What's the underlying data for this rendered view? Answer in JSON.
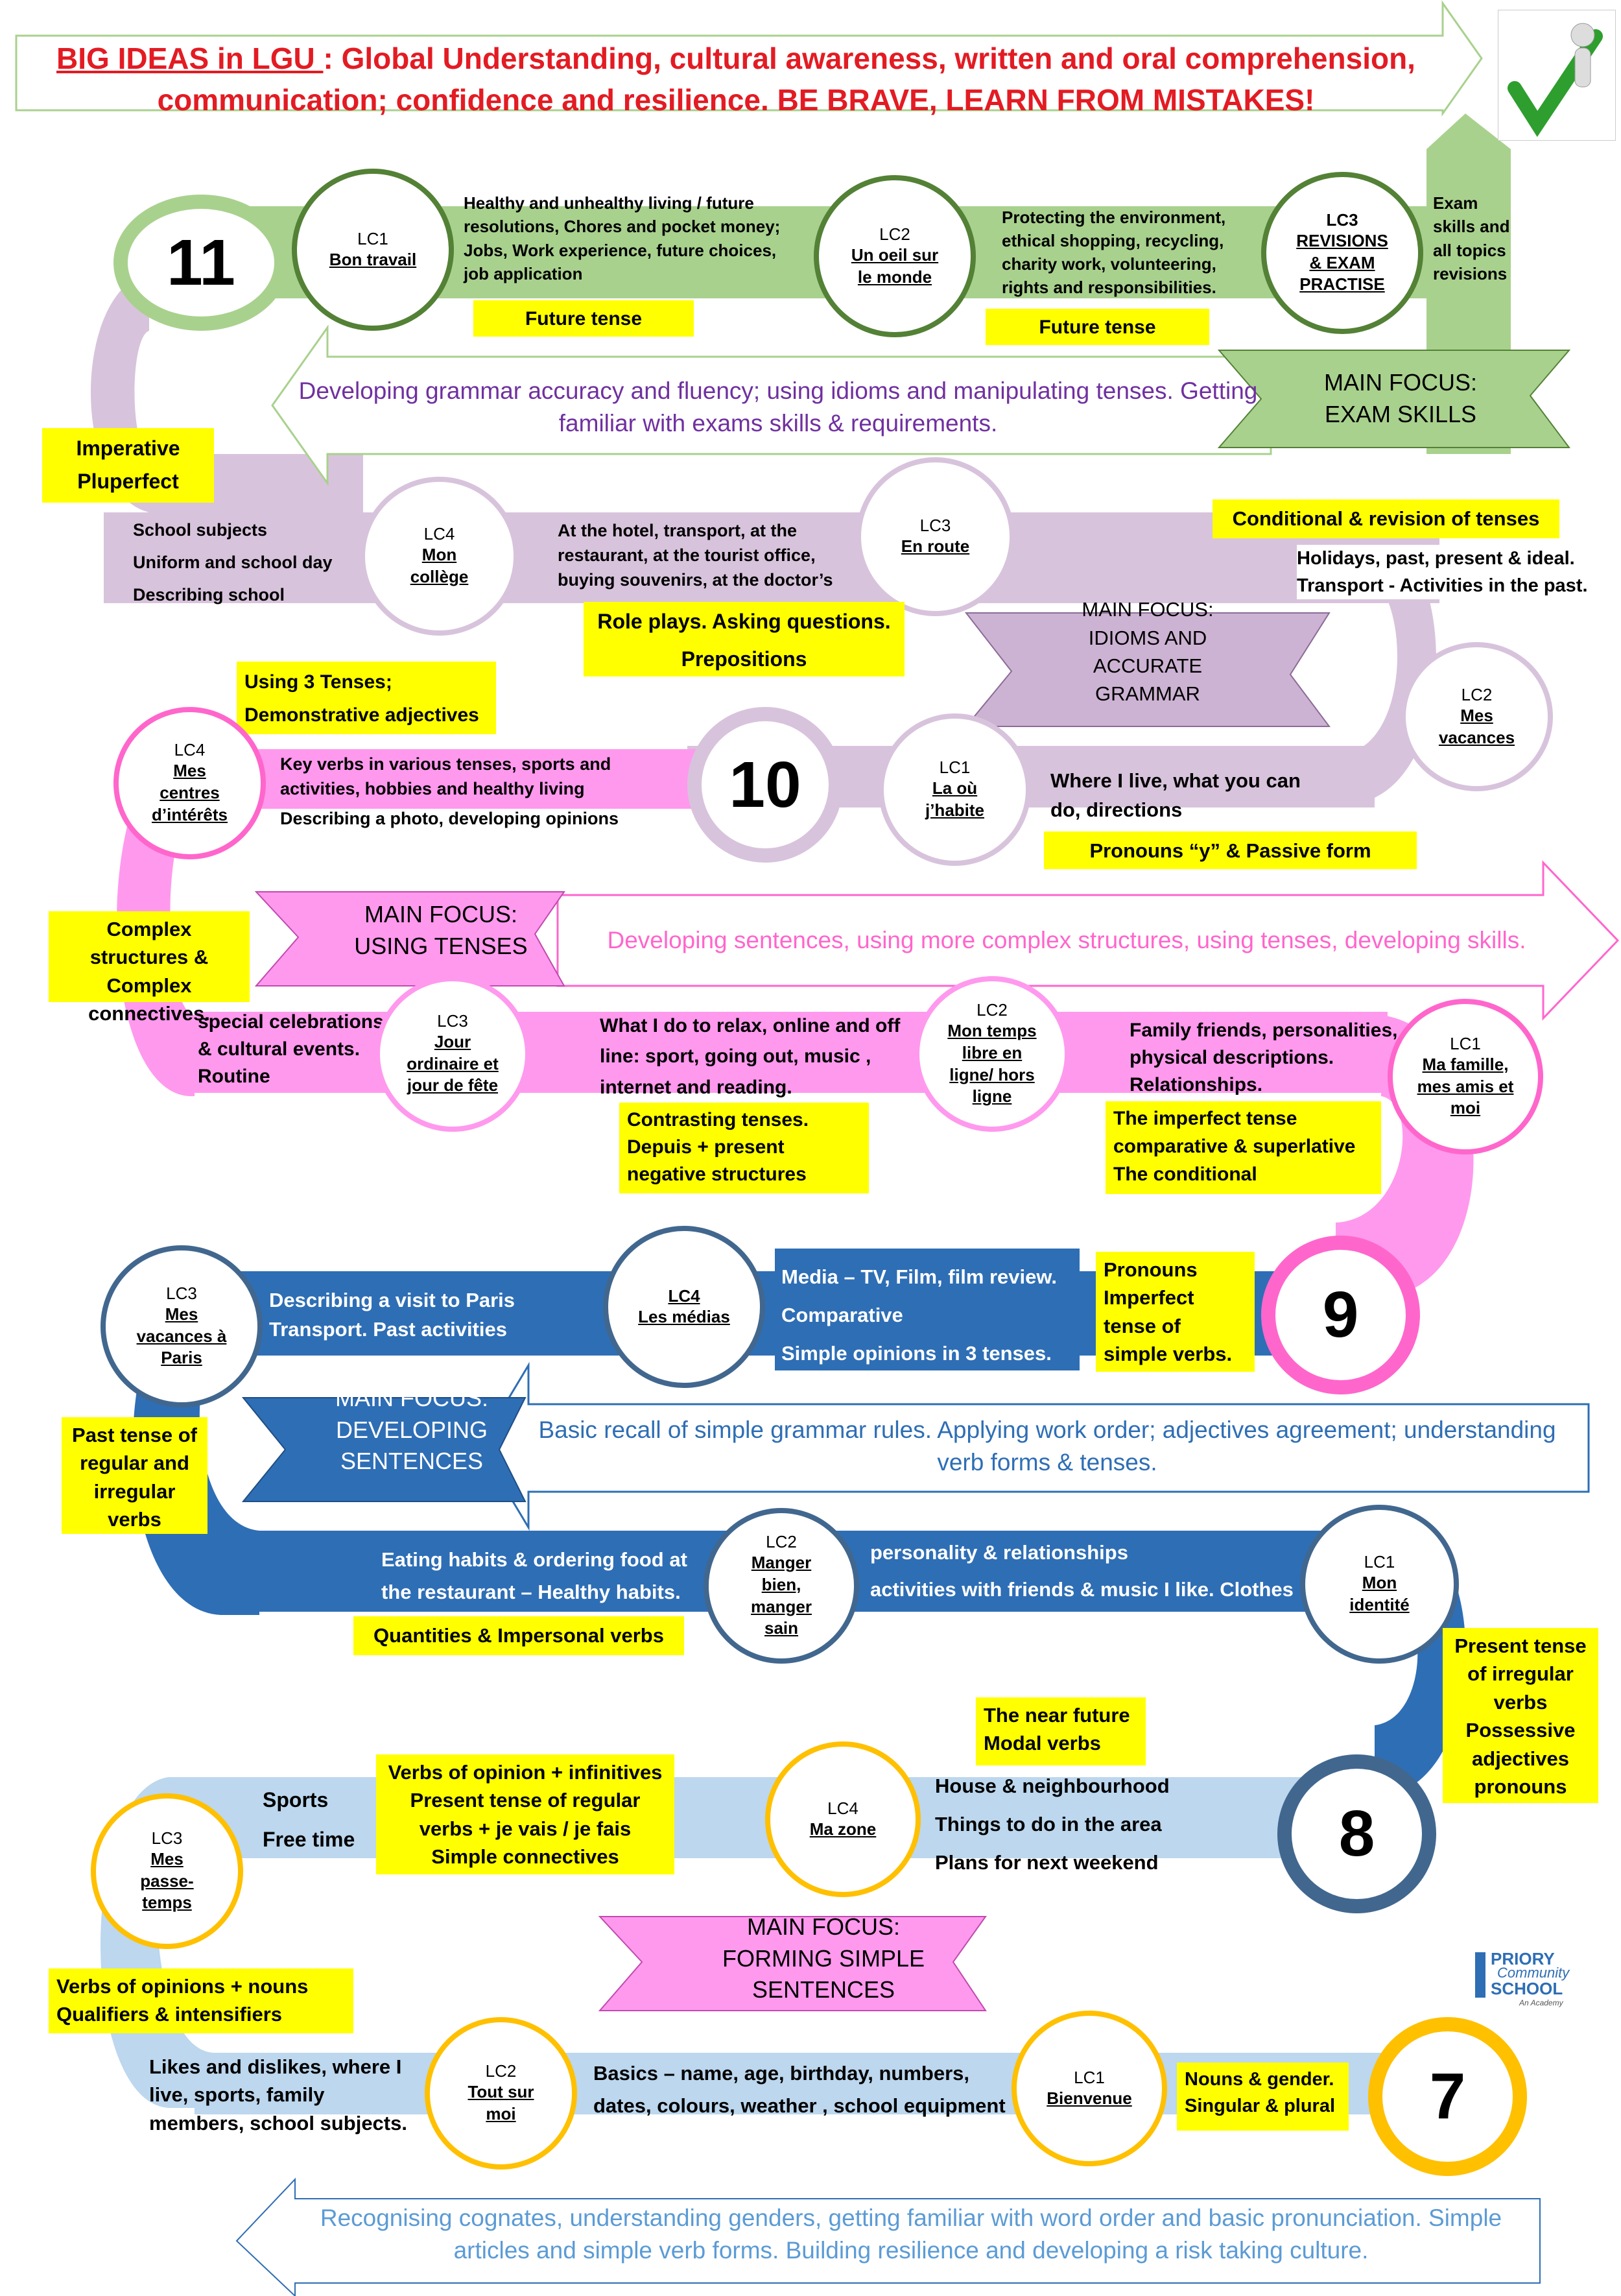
{
  "header": {
    "title_lead": "BIG IDEAS in LGU ",
    "title_line1": ": Global Understanding, cultural awareness, written and oral comprehension,",
    "title_line2_a": "communication;  confidence and resilience",
    "title_line2_dot": ".",
    "title_line2_b": "  BE BRAVE, LEARN FROM MISTAKES!"
  },
  "colors": {
    "year11": "#a9d18e",
    "year11_dark": "#538135",
    "year10": "#d8c3dc",
    "year10_circle": "#cdb3d3",
    "year9": "#ff99ee",
    "year9_dark": "#ff66cc",
    "year8": "#2e6eb5",
    "year8_light": "#b8d2ec",
    "year7": "#bcd7ee",
    "year7_ring": "#ffc000",
    "year8_ring": "#41678f",
    "highlight": "#ffff00",
    "title_red": "#e31b23"
  },
  "year11": {
    "number": "11",
    "lc1": {
      "code": "LC1",
      "name": "Bon travail"
    },
    "lc1_topics": "Healthy and unhealthy living / future resolutions, Chores and pocket money; Jobs, Work experience, future choices, job application",
    "lc1_grammar": "Future tense",
    "lc2": {
      "code": "LC2",
      "name": "Un oeil sur le monde"
    },
    "lc2_topics": "Protecting the environment, ethical shopping, recycling, charity work, volunteering, rights and responsibilities.",
    "lc2_grammar": "Future tense",
    "lc3": {
      "code": "LC3",
      "name": "REVISIONS & EXAM PRACTISE"
    },
    "lc3_topics": "Exam skills and all topics revisions",
    "focus": "MAIN FOCUS: EXAM SKILLS",
    "arrow_text": "Developing grammar accuracy and fluency; using idioms and manipulating tenses. Getting familiar with exams skills & requirements.",
    "grammar_left": [
      "Imperative",
      "Pluperfect"
    ]
  },
  "year10": {
    "number": "10",
    "lc4": {
      "code": "LC4",
      "name": "Mon collège"
    },
    "lc4_topics": [
      "School subjects",
      "Uniform and school day",
      "Describing school"
    ],
    "lc3": {
      "code": "LC3",
      "name": "En route"
    },
    "lc3_topics": "At the hotel, transport, at the restaurant, at the tourist office, buying souvenirs, at the doctor’s",
    "lc3_grammar": [
      "Role plays. Asking questions.",
      "Prepositions"
    ],
    "right_grammar": "Conditional & revision of tenses",
    "right_topics": "Holidays, past, present & ideal. Transport - Activities in the past.",
    "focus": "MAIN FOCUS: IDIOMS AND ACCURATE GRAMMAR",
    "lc2": {
      "code": "LC2",
      "name": "Mes vacances"
    },
    "lc1": {
      "code": "LC1",
      "name": "La où j’habite"
    },
    "lc1_topics": "Where I live, what you can do, directions",
    "lc1_grammar": "Pronouns “y” & Passive form",
    "left_grammar": [
      "Using 3 Tenses;",
      "Demonstrative adjectives"
    ],
    "lc4b": {
      "code": "LC4",
      "name": "Mes centres d’intérêts"
    },
    "lc4b_topics": [
      "Key verbs in various tenses, sports and activities, hobbies and healthy living",
      "Describing a photo, developing opinions"
    ]
  },
  "year9": {
    "number": "9",
    "focus": "MAIN FOCUS: USING TENSES",
    "arrow_text": "Developing sentences, using more complex structures, using tenses, developing skills.",
    "left_grammar": "Complex structures & Complex connectives.",
    "lc3": {
      "code": "LC3",
      "name": "Jour ordinaire et jour de fête"
    },
    "lc3_topics": "special celebrations & cultural events. Routine",
    "lc2": {
      "code": "LC2",
      "name": "Mon temps libre en ligne/ hors ligne"
    },
    "lc2_topics": "What I do to relax, online and off line: sport, going out, music , internet and reading.",
    "lc2_grammar": [
      "Contrasting tenses.",
      "Depuis + present",
      " negative structures"
    ],
    "lc1": {
      "code": "LC1",
      "name": "Ma famille, mes amis et moi"
    },
    "lc1_topics": "Family friends, personalities, physical descriptions. Relationships.",
    "lc1_grammar": [
      "The imperfect tense",
      "comparative & superlative",
      "The conditional"
    ]
  },
  "year8": {
    "number": "8",
    "lc3": {
      "code": "LC3",
      "name": "Mes vacances à Paris"
    },
    "lc3_topics": "Describing a visit to Paris Transport. Past activities",
    "lc4": {
      "code": "LC4",
      "name": "Les médias"
    },
    "lc4_topics": [
      "Media – TV, Film, film review.",
      "Comparative",
      "Simple opinions in 3 tenses."
    ],
    "lc4_grammar": "Pronouns Imperfect tense of simple verbs.",
    "focus": "MAIN FOCUS: DEVELOPING SENTENCES",
    "arrow_text": "Basic recall of simple grammar rules. Applying work order; adjectives agreement; understanding verb forms & tenses.",
    "left_grammar": "Past tense of regular and irregular verbs",
    "lc2": {
      "code": "LC2",
      "name": "Manger bien, manger sain"
    },
    "lc2_topics": "Eating habits  & ordering food at the restaurant – Healthy habits.",
    "lc2_grammar": "Quantities  & Impersonal verbs",
    "lc1": {
      "code": "LC1",
      "name": "Mon identité"
    },
    "lc1_topics": [
      "personality & relationships",
      "activities with friends & music I like. Clothes"
    ],
    "right_grammar": "Present tense of irregular verbs Possessive adjectives pronouns"
  },
  "year7": {
    "number": "7",
    "lc4": {
      "code": "LC4",
      "name": "Ma zone"
    },
    "lc4_topics": [
      "House & neighbourhood",
      "Things to do in the area",
      "Plans for next weekend"
    ],
    "lc4_grammar": [
      "The near future",
      "Modal verbs"
    ],
    "lc3": {
      "code": "LC3",
      "name": "Mes passe-temps"
    },
    "lc3_topics": [
      "Sports",
      "Free time"
    ],
    "lc3_grammar": "Verbs of opinion + infinitives Present tense of regular verbs + je vais / je fais Simple connectives",
    "focus": "MAIN FOCUS: FORMING SIMPLE SENTENCES",
    "left_grammar": [
      "Verbs of opinions + nouns",
      "Qualifiers & intensifiers"
    ],
    "lc2": {
      "code": "LC2",
      "name": "Tout sur moi"
    },
    "lc2_topics": "Likes and dislikes, where I live, sports, family members, school subjects.",
    "lc1": {
      "code": "LC1",
      "name": "Bienvenue"
    },
    "lc1_topics": "Basics – name, age, birthday, numbers, dates, colours, weather , school equipment",
    "lc1_grammar": [
      "Nouns & gender.",
      "Singular & plural"
    ],
    "arrow_text": "Recognising cognates, understanding genders, getting familiar with word order and basic pronunciation. Simple articles and simple verb forms. Building resilience and developing a risk taking culture."
  },
  "logo": {
    "line1": "PRIORY",
    "line2": "Community",
    "line3": "SCHOOL",
    "line4": "An Academy"
  }
}
